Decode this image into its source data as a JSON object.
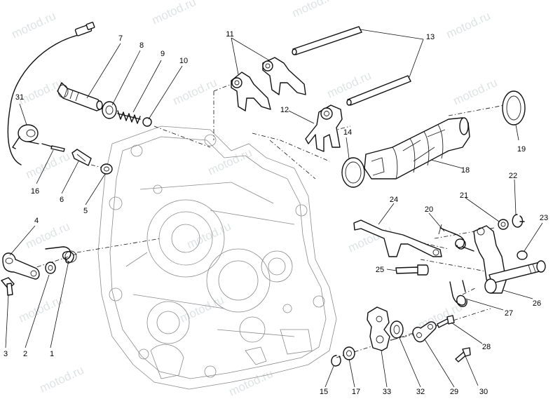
{
  "labels": {
    "p1": "1",
    "p2": "2",
    "p3": "3",
    "p4": "4",
    "p5": "5",
    "p6": "6",
    "p7": "7",
    "p8": "8",
    "p9": "9",
    "p10": "10",
    "p11": "11",
    "p12": "12",
    "p13": "13",
    "p14": "14",
    "p15": "15",
    "p16": "16",
    "p17": "17",
    "p18": "18",
    "p19": "19",
    "p20": "20",
    "p21": "21",
    "p22": "22",
    "p23": "23",
    "p24": "24",
    "p25": "25",
    "p26": "26",
    "p27": "27",
    "p28": "28",
    "p29": "29",
    "p30": "30",
    "p31": "31",
    "p32": "32",
    "p33": "33"
  },
  "watermark": {
    "text": "motod.ru"
  },
  "colors": {
    "line": "#111111",
    "watermark": "#b9c0c8",
    "background": "#ffffff"
  }
}
